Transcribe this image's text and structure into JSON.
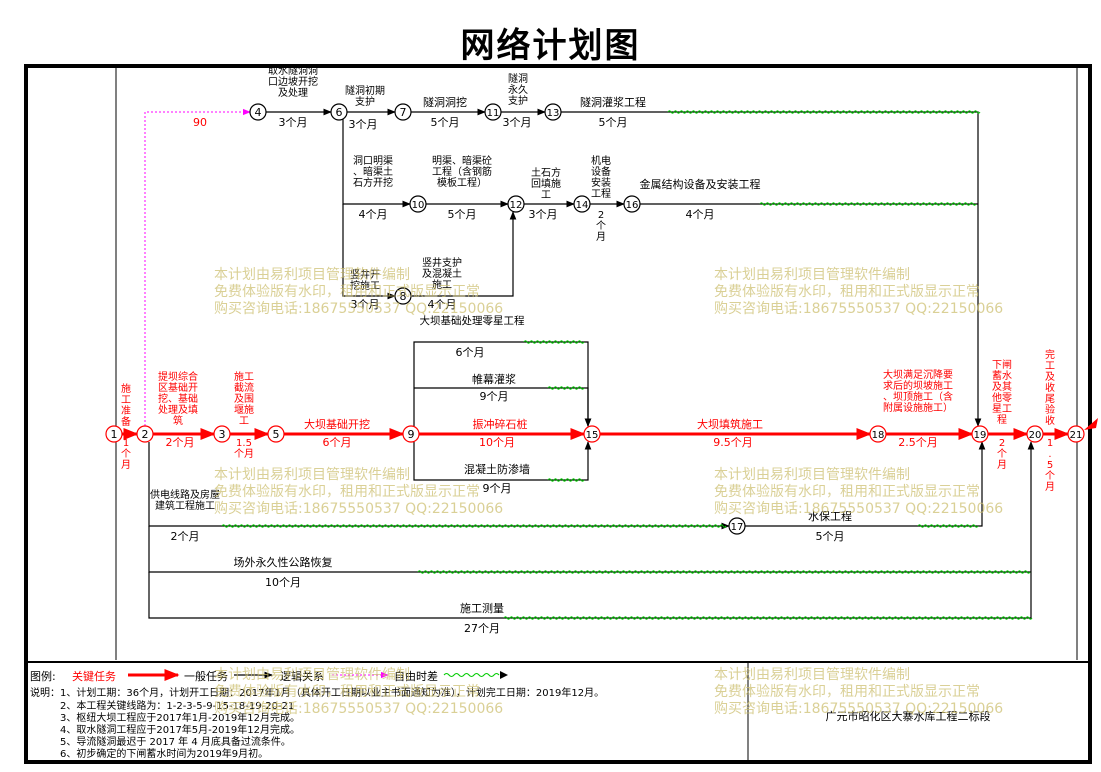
{
  "title": "网络计划图",
  "project_name": "广元市昭化区大寨水库工程二标段",
  "nodes": [
    "1",
    "2",
    "3",
    "4",
    "5",
    "6",
    "7",
    "8",
    "9",
    "10",
    "11",
    "12",
    "13",
    "14",
    "15",
    "16",
    "17",
    "18",
    "19",
    "20",
    "21"
  ],
  "activities": {
    "a1_2": {
      "name": "施工准备",
      "duration": "1个月"
    },
    "a2_3": {
      "name": "提坝综合区基础开挖、基础处理及填筑",
      "duration": "2个月"
    },
    "a3_5": {
      "name": "施工截流及围堰施工",
      "duration": "1.5个月"
    },
    "a5_9": {
      "name": "大坝基础开挖",
      "duration": "6个月"
    },
    "a9_15_top": {
      "name": "大坝基础处理零星工程",
      "duration": "6个月"
    },
    "a9_15_curtain": {
      "name": "帷幕灌浆",
      "duration": "9个月"
    },
    "a9_15_crit": {
      "name": "振冲碎石桩",
      "duration": "10个月"
    },
    "a9_15_wall": {
      "name": "混凝土防渗墙",
      "duration": "9个月"
    },
    "a15_18": {
      "name": "大坝填筑施工",
      "duration": "9.5个月"
    },
    "a18_19": {
      "name": "大坝满足沉降要求后的坝坡施工、坝顶施工（含附属设施施工）",
      "duration": "2.5个月"
    },
    "a19_20": {
      "name": "下闸蓄水及其他零星工程",
      "duration": "2个月"
    },
    "a20_21": {
      "name": "完工及收尾验收",
      "duration": "1.5个月"
    },
    "a4_6": {
      "name": "取水隧洞洞口边坡开挖及处理",
      "duration": "3个月"
    },
    "a6_7": {
      "name": "隧洞初期支护",
      "duration": "3个月"
    },
    "a7_11": {
      "name": "隧洞洞挖",
      "duration": "5个月"
    },
    "a11_13": {
      "name": "隧洞永久支护",
      "duration": "3个月"
    },
    "a13_19": {
      "name": "隧洞灌浆工程",
      "duration": "5个月"
    },
    "a6_10": {
      "name": "洞口明渠、暗渠土石方开挖",
      "duration": "4个月"
    },
    "a10_12": {
      "name": "明渠、暗渠砼工程（含钢筋模板工程）",
      "duration": "5个月"
    },
    "a12_14": {
      "name": "土石方回填施工",
      "duration": "3个月"
    },
    "a14_16": {
      "name": "机电设备安装工程",
      "duration": "2个月"
    },
    "a16_19": {
      "name": "金属结构设备及安装工程",
      "duration": "4个月"
    },
    "a6_8": {
      "name": "竖井开挖施工",
      "duration": "3个月"
    },
    "a8_12": {
      "name": "竖井支护及混凝土施工",
      "duration": "4个月"
    },
    "a2_17": {
      "name": "供电线路及房屋建筑工程施工",
      "duration": "2个月"
    },
    "a17_19": {
      "name": "水保工程",
      "duration": "5个月"
    },
    "a_road": {
      "name": "场外永久性公路恢复",
      "duration": "10个月"
    },
    "a_survey": {
      "name": "施工测量",
      "duration": "27个月"
    },
    "dummy_2_4": {
      "duration": "90"
    }
  },
  "legend": {
    "title": "图例:",
    "critical": "关键任务",
    "general": "一般任务",
    "logic": "逻辑关系",
    "float": "自由时差"
  },
  "notes": [
    "说明：1、计划工期：36个月，计划开工日期：2017年1月（具体开工日期以业主书面通知为准），计划完工日期：2019年12月。",
    "2、本工程关键线路为：1-2-3-5-9-15-18-19-20-21",
    "3、枢纽大坝工程应于2017年1月-2019年12月完成。",
    "4、取水隧洞工程应于2017年5月-2019年12月完成。",
    "5、导流隧洞最迟于 2017 年 4 月底具备过流条件。",
    "6、初步确定的下闸蓄水时间为2019年9月初。"
  ],
  "watermark": {
    "line1": "本计划由易利项目管理软件编制",
    "line2": "免费体验版有水印，租用和正式版显示正常",
    "line3": "购买咨询电话:18675550537 QQ:22150066"
  },
  "colors": {
    "critical": "#ff0000",
    "general": "#000000",
    "logic": "#ff00ff",
    "float": "#00cc00",
    "watermark": "#cdbf6e"
  }
}
